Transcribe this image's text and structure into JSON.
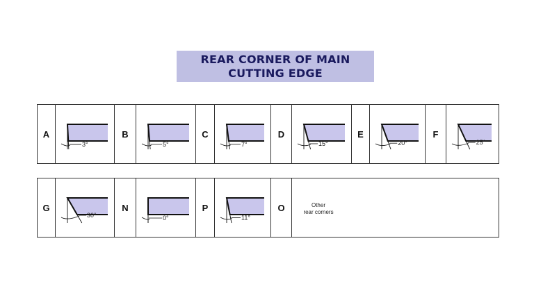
{
  "title": {
    "line1": "REAR CORNER OF MAIN",
    "line2": "CUTTING EDGE"
  },
  "colors": {
    "title_bg": "#bfbfe3",
    "title_text": "#1a1a5e",
    "insert_fill": "#c9c6ec"
  },
  "row1": [
    {
      "letter": "A",
      "angle": 3,
      "label": "3°"
    },
    {
      "letter": "B",
      "angle": 5,
      "label": "5°"
    },
    {
      "letter": "C",
      "angle": 7,
      "label": "7°"
    },
    {
      "letter": "D",
      "angle": 15,
      "label": "15°"
    },
    {
      "letter": "E",
      "angle": 20,
      "label": "20°"
    },
    {
      "letter": "F",
      "angle": 25,
      "label": "25°"
    }
  ],
  "row2": [
    {
      "letter": "G",
      "angle": 30,
      "label": "30°"
    },
    {
      "letter": "N",
      "angle": 0,
      "label": "0°"
    },
    {
      "letter": "P",
      "angle": 11,
      "label": "11°"
    }
  ],
  "other": {
    "letter": "O",
    "line1": "Other",
    "line2": "rear corners"
  }
}
